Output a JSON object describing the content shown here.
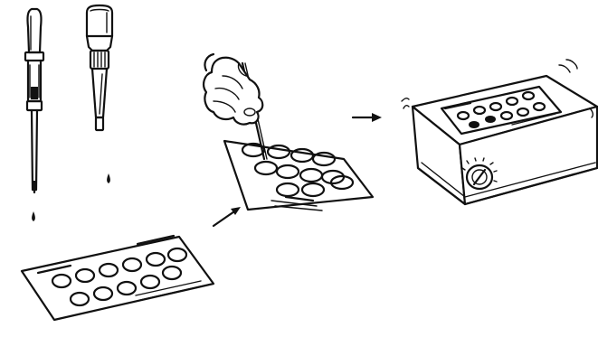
{
  "figure": {
    "description_free": true,
    "colors": {
      "ink": "#111111",
      "background": "#ffffff"
    },
    "icons": {
      "dropper": "pipette-dropper-icon",
      "vial": "reagent-vial-icon",
      "drop": "liquid-drop-icon",
      "hand": "hand-with-applicator-icon",
      "slide": "multi-well-test-slide-icon",
      "arrow": "process-arrow-icon",
      "device": "slide-shaker-device-icon",
      "knob": "dial-knob-icon",
      "vibration": "vibration-marks-icon"
    },
    "steps": [
      {
        "step": "dispense-reagents"
      },
      {
        "step": "spread-sample-in-wells"
      },
      {
        "step": "shake-on-rotator"
      }
    ],
    "slide_well_rows": [
      6,
      5
    ],
    "device_well_rows": [
      5,
      5
    ]
  }
}
